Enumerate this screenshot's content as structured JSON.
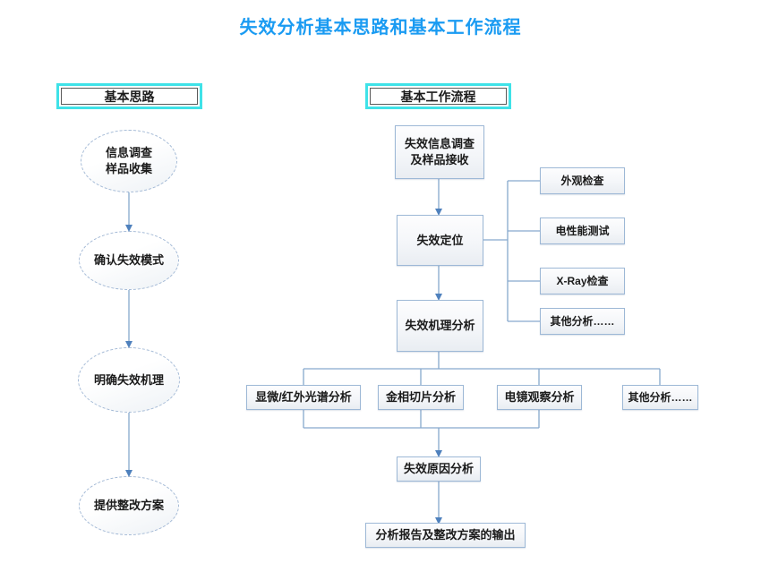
{
  "title": "失效分析基本思路和基本工作流程",
  "colors": {
    "title_blue": "#1a9bf2",
    "header_border_cyan": "#3fe2e8",
    "box_border_blue": "#9db8d6",
    "connector_blue": "#86a9cd",
    "arrow_blue": "#4f81bd"
  },
  "left": {
    "header": "基本思路",
    "steps": [
      "信息调查\n样品收集",
      "确认失效模式",
      "明确失效机理",
      "提供整改方案"
    ]
  },
  "right": {
    "header": "基本工作流程",
    "flow": {
      "step1": "失效信息调查\n及样品接收",
      "step2": "失效定位",
      "step3": "失效机理分析",
      "step4": "失效原因分析",
      "step5": "分析报告及整改方案的输出"
    },
    "side_checks": [
      "外观检查",
      "电性能测试",
      "X-Ray检查",
      "其他分析……"
    ],
    "analysis_methods": [
      "显微/红外光谱分析",
      "金相切片分析",
      "电镜观察分析",
      "其他分析……"
    ]
  }
}
